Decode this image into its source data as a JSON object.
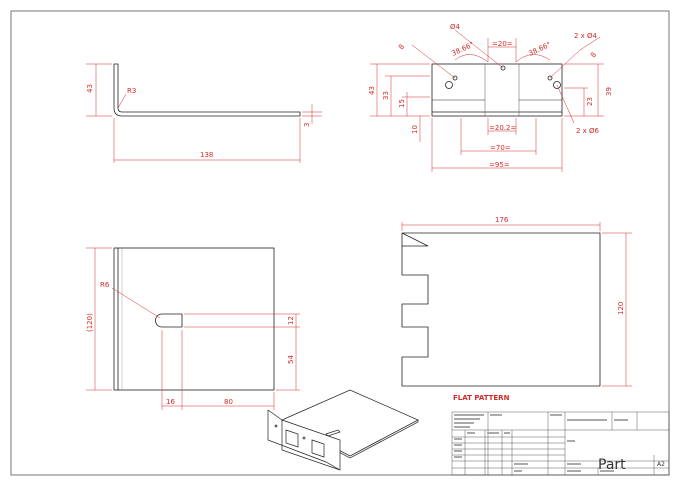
{
  "side_view": {
    "height": "43",
    "radius": "R3",
    "length": "138",
    "thickness": "3"
  },
  "front_view": {
    "height_total": "43",
    "height_33": "33",
    "height_15": "15",
    "height_10": "10",
    "right_39": "39",
    "right_23": "23",
    "dia_4": "Ø4",
    "dia_2x4": "2 x Ø4",
    "dia_2x6": "2 x Ø6",
    "angle_left": "38.66°",
    "angle_right": "38.66°",
    "left_8": "8",
    "right_8": "8",
    "width_20_top": "=20=",
    "width_20_2": "=20.2=",
    "width_70": "=70=",
    "width_95": "=95="
  },
  "top_view": {
    "height_120": "(120)",
    "radius": "R6",
    "slot_12": "12",
    "slot_54": "54",
    "slot_16": "16",
    "slot_80": "80"
  },
  "flat_pattern": {
    "width": "176",
    "height": "120",
    "label": "FLAT PATTERN"
  },
  "title_block": {
    "part_name": "Part",
    "sheet_size": "A2"
  },
  "colors": {
    "dimension": "#d42a2a",
    "line": "#222222",
    "frame": "#555555"
  }
}
